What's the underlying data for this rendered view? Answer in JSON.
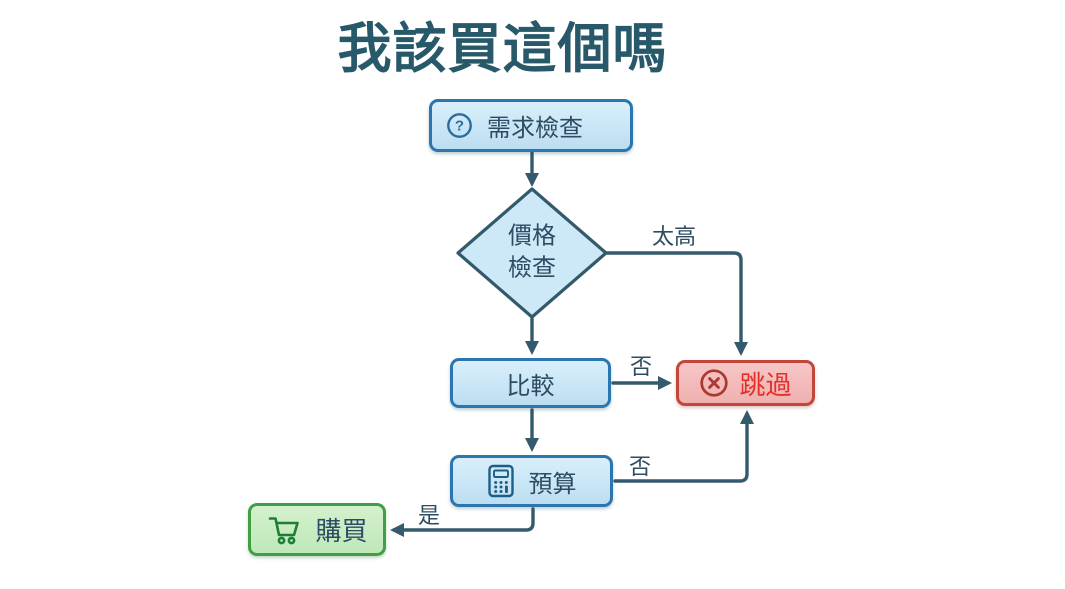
{
  "title": "我該買這個嗎",
  "nodes": {
    "needs_check": {
      "label": "需求檢查",
      "icon": "question-circle-icon"
    },
    "price_check": {
      "line1": "價格",
      "line2": "檢查"
    },
    "compare": {
      "label": "比較"
    },
    "skip": {
      "label": "跳過",
      "icon": "x-circle-icon"
    },
    "budget": {
      "label": "預算",
      "icon": "calculator-icon"
    },
    "buy": {
      "label": "購買",
      "icon": "cart-icon"
    }
  },
  "edges": {
    "price_too_high": "太高",
    "compare_no": "否",
    "budget_no": "否",
    "budget_yes": "是"
  },
  "colors": {
    "line": "#335a6d",
    "title_text": "#28596a",
    "node_text": "#2c4c63",
    "blue_fill": "#cde9f7",
    "blue_border": "#2b76ae",
    "red_fill": "#f4bcbc",
    "red_border": "#c2463a",
    "red_text": "#e23128",
    "green_fill": "#c9ecc3",
    "green_border": "#3f9e46",
    "icon_green": "#1e7e34"
  }
}
